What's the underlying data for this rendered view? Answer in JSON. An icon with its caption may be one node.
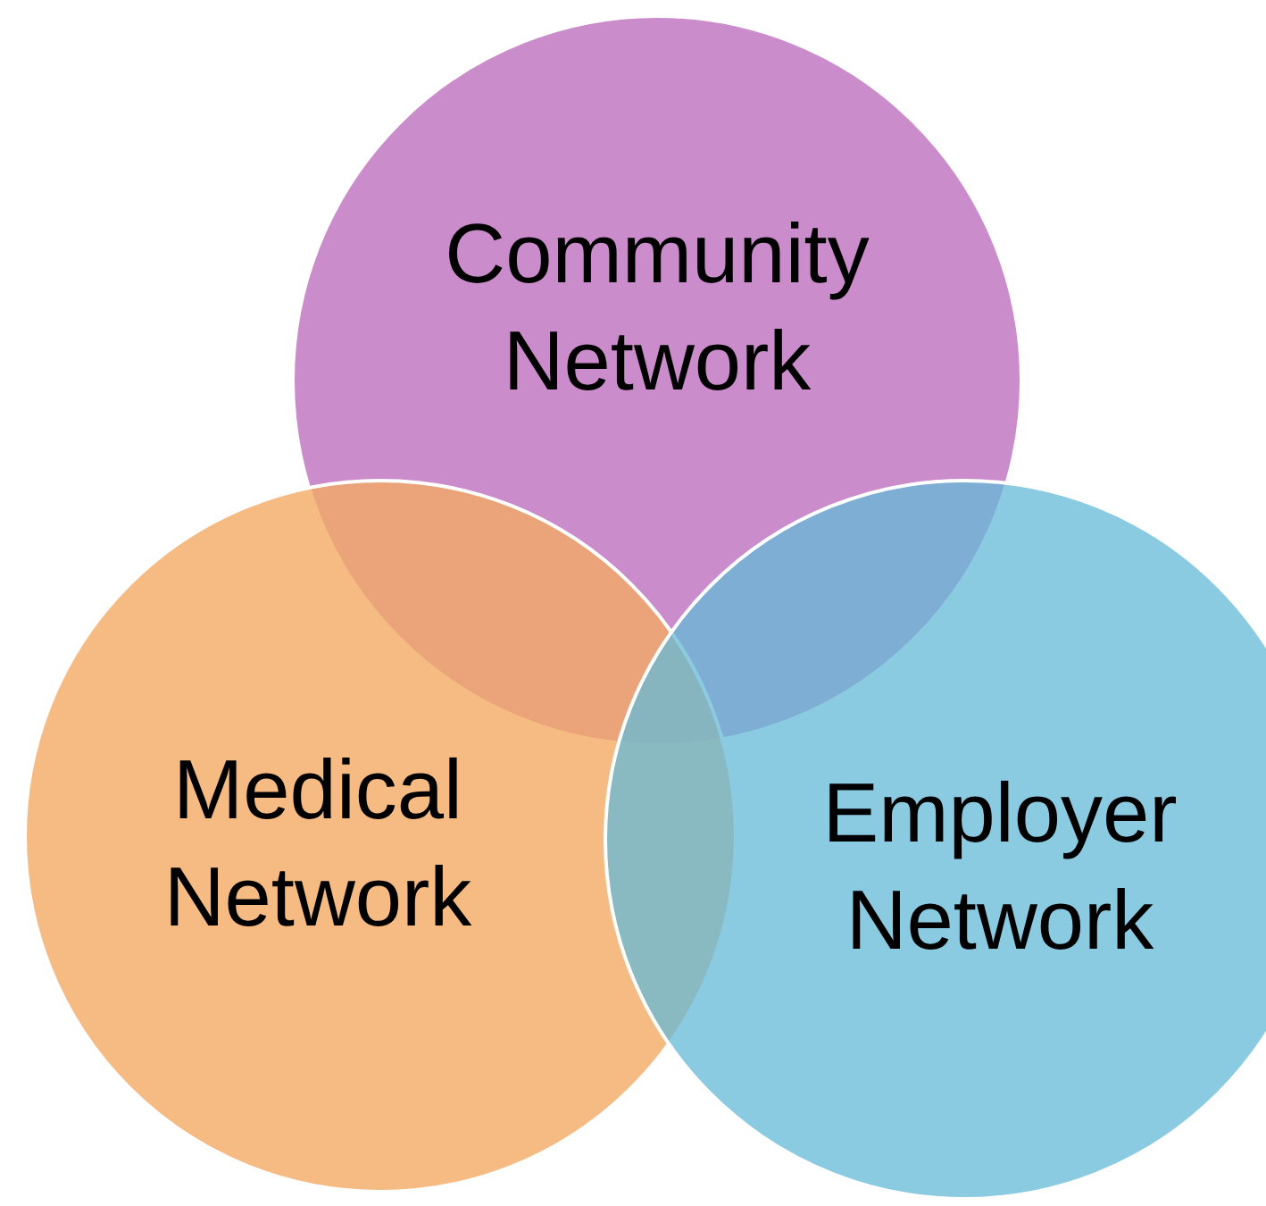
{
  "diagram": {
    "nodes": [
      {
        "text": [
          "Community Network"
        ]
      },
      {
        "text": [
          "Medical Network"
        ]
      },
      {
        "text": [
          "Employer Network"
        ]
      }
    ]
  }
}
